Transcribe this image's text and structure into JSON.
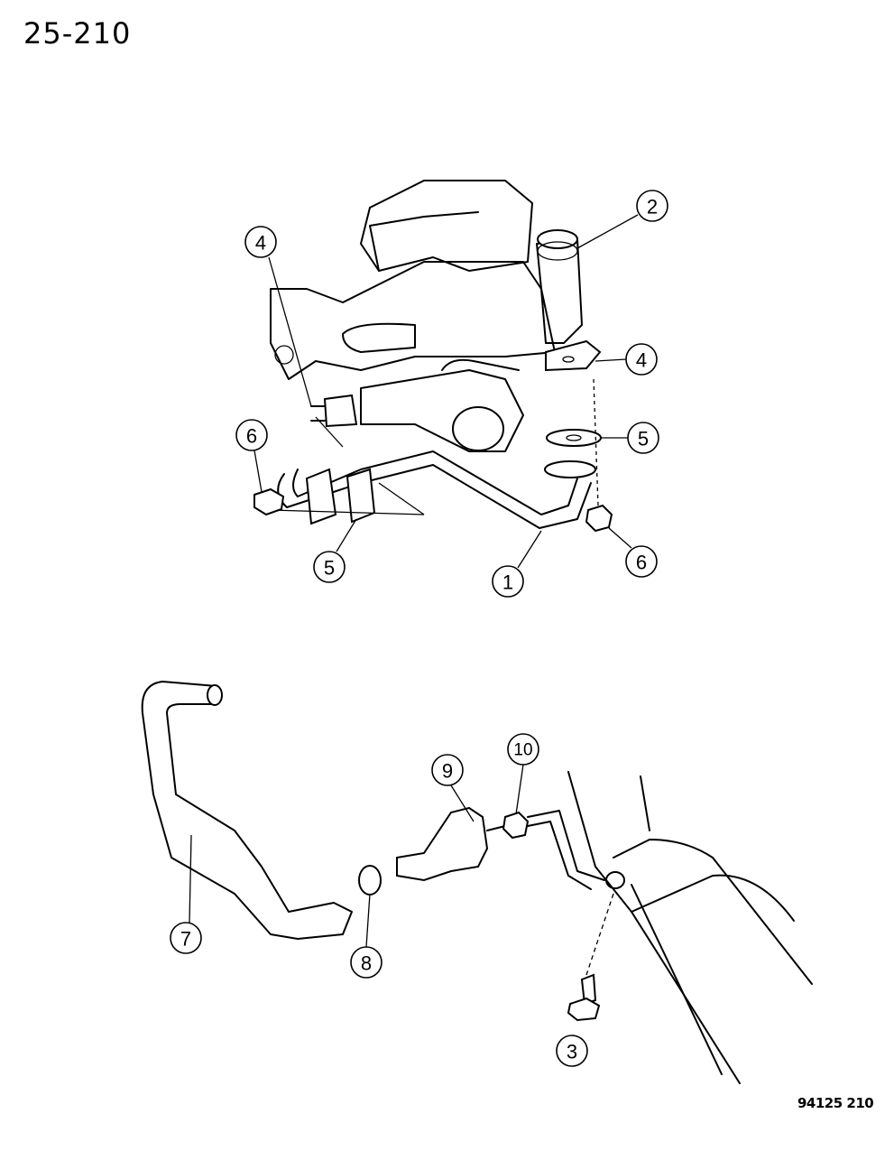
{
  "page_number": "25-210",
  "figure_number": "94125 210",
  "callouts": {
    "c1": "1",
    "c2": "2",
    "c3": "3",
    "c4a": "4",
    "c4b": "4",
    "c5a": "5",
    "c5b": "5",
    "c6a": "6",
    "c6b": "6",
    "c7": "7",
    "c8": "8",
    "c9": "9",
    "c10": "10"
  }
}
